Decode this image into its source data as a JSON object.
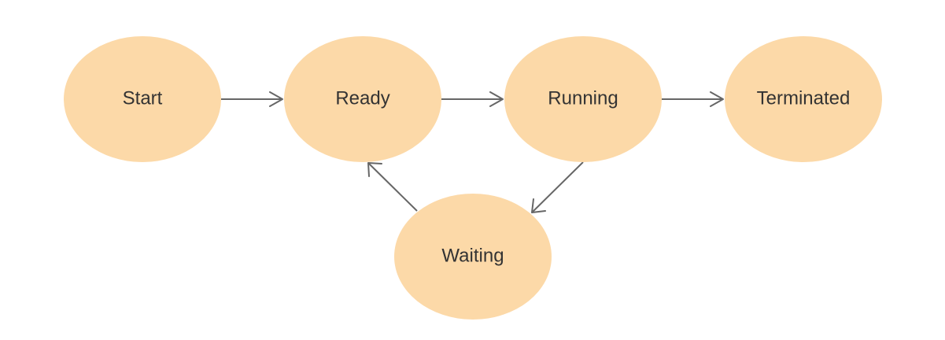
{
  "diagram": {
    "type": "state-diagram",
    "node_color": "#fcd9a8",
    "edge_color": "#666666",
    "text_color": "#333333",
    "nodes": [
      {
        "id": "start",
        "label": "Start"
      },
      {
        "id": "ready",
        "label": "Ready"
      },
      {
        "id": "running",
        "label": "Running"
      },
      {
        "id": "terminated",
        "label": "Terminated"
      },
      {
        "id": "waiting",
        "label": "Waiting"
      }
    ],
    "edges": [
      {
        "from": "start",
        "to": "ready"
      },
      {
        "from": "ready",
        "to": "running"
      },
      {
        "from": "running",
        "to": "terminated"
      },
      {
        "from": "running",
        "to": "waiting"
      },
      {
        "from": "waiting",
        "to": "ready"
      }
    ]
  }
}
